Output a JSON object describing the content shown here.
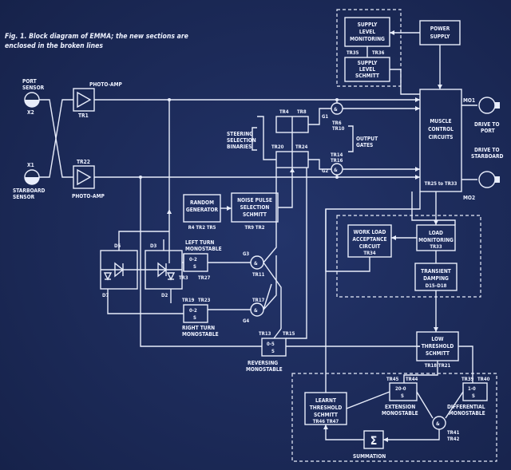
{
  "caption": {
    "line1": "Fig. 1.  Block diagram of EMMA;  the new sections are",
    "line2": "enclosed in the broken lines"
  },
  "sensors": {
    "port": {
      "l1": "PORT",
      "l2": "SENSOR",
      "id": "X2"
    },
    "starboard": {
      "l1": "STARBOARD",
      "l2": "SENSOR",
      "id": "X1"
    }
  },
  "amps": {
    "top_title": "PHOTO-AMP",
    "top_id": "TR1",
    "bottom_id": "TR22",
    "bottom_title": "PHOTO-AMP"
  },
  "supply": {
    "monitoring": [
      "SUPPLY",
      "LEVEL",
      "MONITORING"
    ],
    "tr_left": "TR35",
    "tr_right": "TR36",
    "schmitt": [
      "SUPPLY",
      "LEVEL",
      "SCHMITT"
    ],
    "power": [
      "POWER",
      "SUPPLY"
    ]
  },
  "steering": {
    "label": [
      "STEERING",
      "SELECTION",
      "BINARIES"
    ],
    "tr4": "TR4",
    "tr8": "TR8",
    "tr20": "TR20",
    "tr24": "TR24"
  },
  "gates": {
    "g1": "G1",
    "g1_tr": [
      "TR6",
      "TR10"
    ],
    "g2": "G2",
    "g2_tr": [
      "TR14",
      "TR16"
    ],
    "label": [
      "OUTPUT",
      "GATES"
    ],
    "g3": "G3",
    "g3_tr": "TR11",
    "g4": "G4",
    "g4_tr": "TR17",
    "amp": "&"
  },
  "muscle": {
    "label": [
      "MUSCLE",
      "CONTROL",
      "CIRCUITS"
    ],
    "tr": "TR25 to TR33"
  },
  "motors": {
    "m1": "MO1",
    "m1_label": [
      "DRIVE TO",
      "PORT"
    ],
    "m2_label": [
      "DRIVE TO",
      "STARBOARD"
    ],
    "m2": "MO2"
  },
  "random": {
    "label": [
      "RANDOM",
      "GENERATOR"
    ],
    "tr": "R4 TR2 TR5"
  },
  "noise": {
    "label": [
      "NOISE PULSE",
      "SELECTION",
      "SCHMITT"
    ],
    "tr": "TR9  TR2"
  },
  "left_turn": {
    "label": [
      "LEFT TURN",
      "MONOSTABLE"
    ],
    "val1": "0-2",
    "val2": "S",
    "tr_a": "TR3",
    "tr_b": "TR27"
  },
  "right_turn": {
    "label": [
      "RIGHT TURN",
      "MONOSTABLE"
    ],
    "val1": "0-2",
    "val2": "S",
    "tr_a": "TR19",
    "tr_b": "TR23"
  },
  "diodes": {
    "d5": "D5",
    "d3": "D3",
    "d7": "D7",
    "d2": "D2"
  },
  "reversing": {
    "label": "REVERSING",
    "label2": "MONOSTABLE",
    "val1": "0-5",
    "val2": "S",
    "tr_a": "TR13",
    "tr_b": "TR15"
  },
  "workload": {
    "label": [
      "WORK LOAD",
      "ACCEPTANCE",
      "CIRCUIT"
    ],
    "tr": "TR34"
  },
  "load_mon": {
    "label": [
      "LOAD",
      "MONITORING"
    ],
    "tr": "TR33"
  },
  "transient": {
    "label": [
      "TRANSIENT",
      "DAMPING"
    ],
    "tr": "D15–D18"
  },
  "low_thresh": {
    "label": [
      "LOW",
      "THRESHOLD",
      "SCHMITT"
    ],
    "tr": "TR18  TR21"
  },
  "extension": {
    "label": "EXTENSION",
    "label2": "MONOSTABLE",
    "val1": "20-0",
    "val2": "S",
    "tr_a": "TR45",
    "tr_b": "TR44"
  },
  "differential": {
    "label": "DIFFERENTIAL",
    "label2": "MONOSTABLE",
    "val1": "1-0",
    "val2": "S",
    "tr_a": "TR39",
    "tr_b": "TR40"
  },
  "learnt": {
    "label": [
      "LEARNT",
      "THRESHOLD",
      "SCHMITT"
    ],
    "tr": "TR46  TR47"
  },
  "gate_bottom": {
    "tr": [
      "TR41",
      "TR42"
    ]
  },
  "summation": {
    "label": "SUMMATION",
    "symbol": "Σ"
  }
}
